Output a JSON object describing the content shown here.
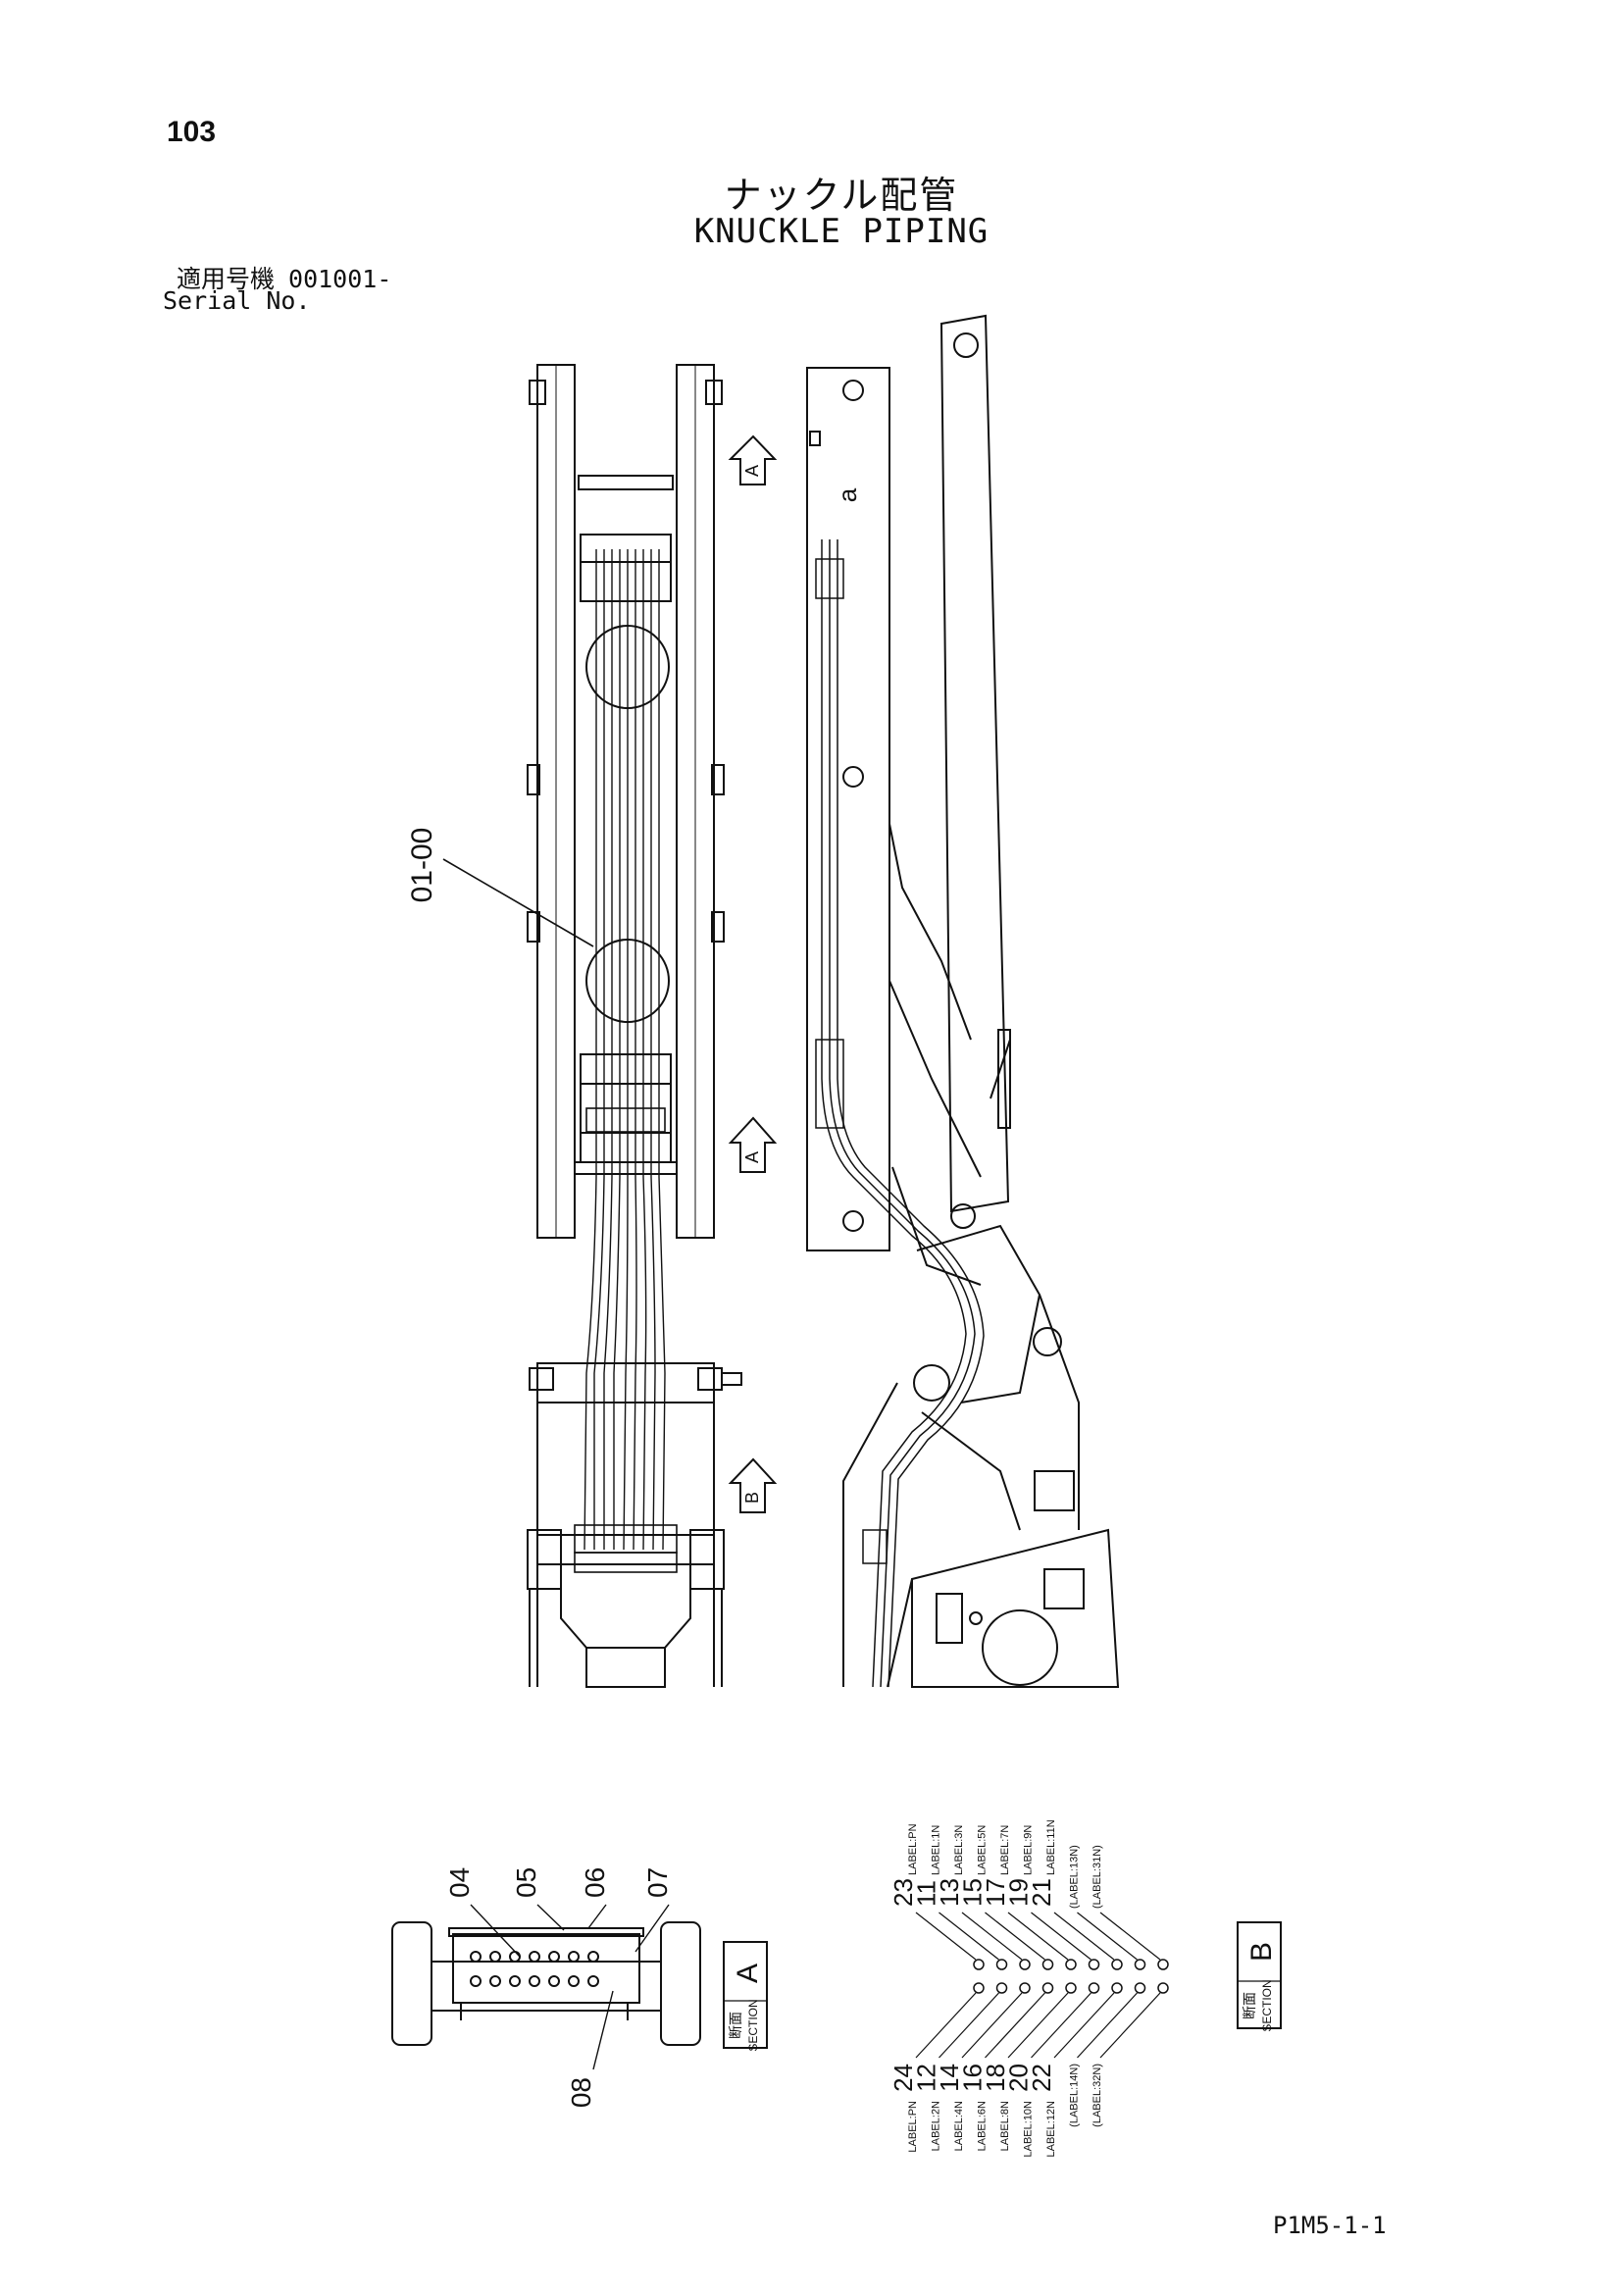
{
  "page": {
    "number": "103",
    "title_jp": "ナックル配管",
    "title_en": "KNUCKLE PIPING",
    "serial_label_jp": "適用号機",
    "serial_value": "001001-",
    "serial_label_en": "Serial No.",
    "drawing_code": "P1M5-1-1"
  },
  "callouts": {
    "main_part": "01-00",
    "section_a_parts": [
      "04",
      "05",
      "06",
      "07",
      "08"
    ],
    "section_a_label_jp": "断面",
    "section_a_label_en": "SECTION",
    "section_a_letter": "A",
    "section_b_label_jp": "断面",
    "section_b_label_en": "SECTION",
    "section_b_letter": "B",
    "view_arrow_a_top": "A",
    "view_arrow_a_mid": "A",
    "view_arrow_b": "B",
    "side_mark": "a"
  },
  "section_b_top": [
    {
      "num": "23",
      "label": "LABEL:PN"
    },
    {
      "num": "11",
      "label": "LABEL:1N"
    },
    {
      "num": "13",
      "label": "LABEL:3N"
    },
    {
      "num": "15",
      "label": "LABEL:5N"
    },
    {
      "num": "17",
      "label": "LABEL:7N"
    },
    {
      "num": "19",
      "label": "LABEL:9N"
    },
    {
      "num": "21",
      "label": "LABEL:11N"
    },
    {
      "num": "",
      "label": "(LABEL:13N)"
    },
    {
      "num": "",
      "label": "(LABEL:31N)"
    }
  ],
  "section_b_bottom": [
    {
      "num": "24",
      "label": "LABEL:PN"
    },
    {
      "num": "12",
      "label": "LABEL:2N"
    },
    {
      "num": "14",
      "label": "LABEL:4N"
    },
    {
      "num": "16",
      "label": "LABEL:6N"
    },
    {
      "num": "18",
      "label": "LABEL:8N"
    },
    {
      "num": "20",
      "label": "LABEL:10N"
    },
    {
      "num": "22",
      "label": "LABEL:12N"
    },
    {
      "num": "",
      "label": "(LABEL:14N)"
    },
    {
      "num": "",
      "label": "(LABEL:32N)"
    }
  ]
}
